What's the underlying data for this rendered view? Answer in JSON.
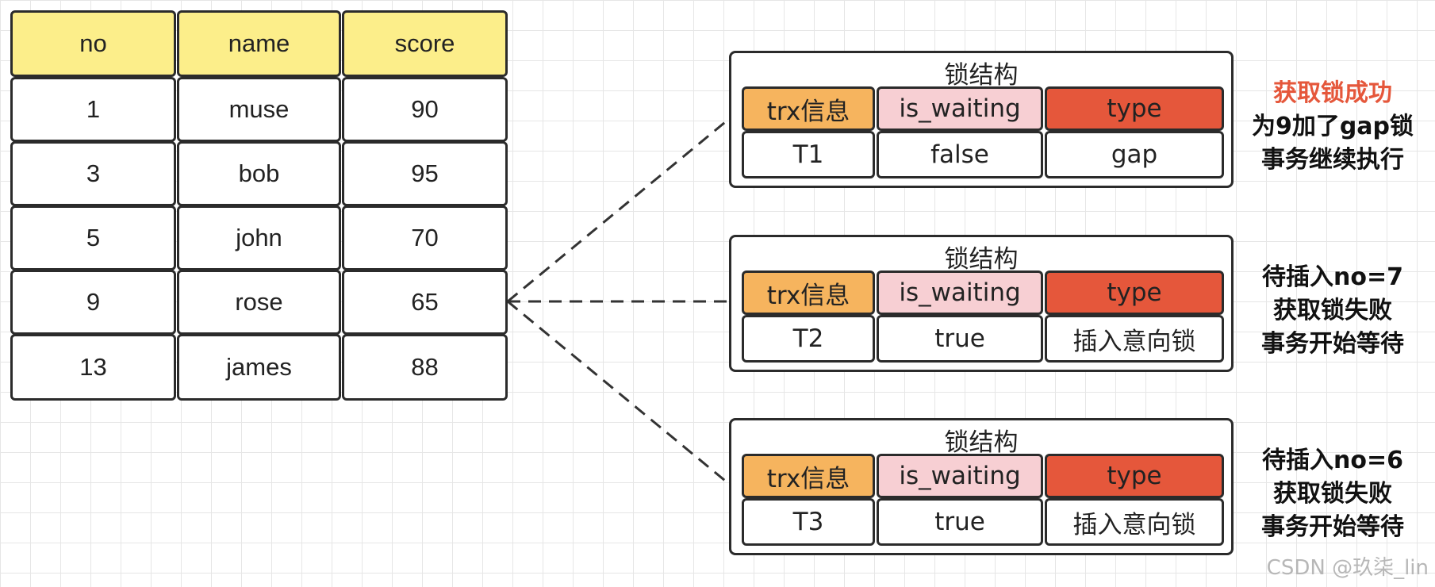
{
  "table": {
    "headers": [
      "no",
      "name",
      "score"
    ],
    "rows": [
      [
        "1",
        "muse",
        "90"
      ],
      [
        "3",
        "bob",
        "95"
      ],
      [
        "5",
        "john",
        "70"
      ],
      [
        "9",
        "rose",
        "65"
      ],
      [
        "13",
        "james",
        "88"
      ]
    ],
    "header_color": "#fcee8a"
  },
  "locks": [
    {
      "title": "锁结构",
      "headers": [
        "trx信息",
        "is_waiting",
        "type"
      ],
      "values": [
        "T1",
        "false",
        "gap"
      ],
      "note": [
        "获取锁成功",
        "为9加了gap锁",
        "事务继续执行"
      ]
    },
    {
      "title": "锁结构",
      "headers": [
        "trx信息",
        "is_waiting",
        "type"
      ],
      "values": [
        "T2",
        "true",
        "插入意向锁"
      ],
      "note": [
        "待插入no=7",
        "获取锁失败",
        "事务开始等待"
      ]
    },
    {
      "title": "锁结构",
      "headers": [
        "trx信息",
        "is_waiting",
        "type"
      ],
      "values": [
        "T3",
        "true",
        "插入意向锁"
      ],
      "note": [
        "待插入no=6",
        "获取锁失败",
        "事务开始等待"
      ]
    }
  ],
  "colors": {
    "trx": "#f6b45e",
    "is_waiting": "#f7cfd3",
    "type": "#e5573b",
    "success_note": "#e5573b"
  },
  "watermark": "CSDN @玖柒_lin"
}
